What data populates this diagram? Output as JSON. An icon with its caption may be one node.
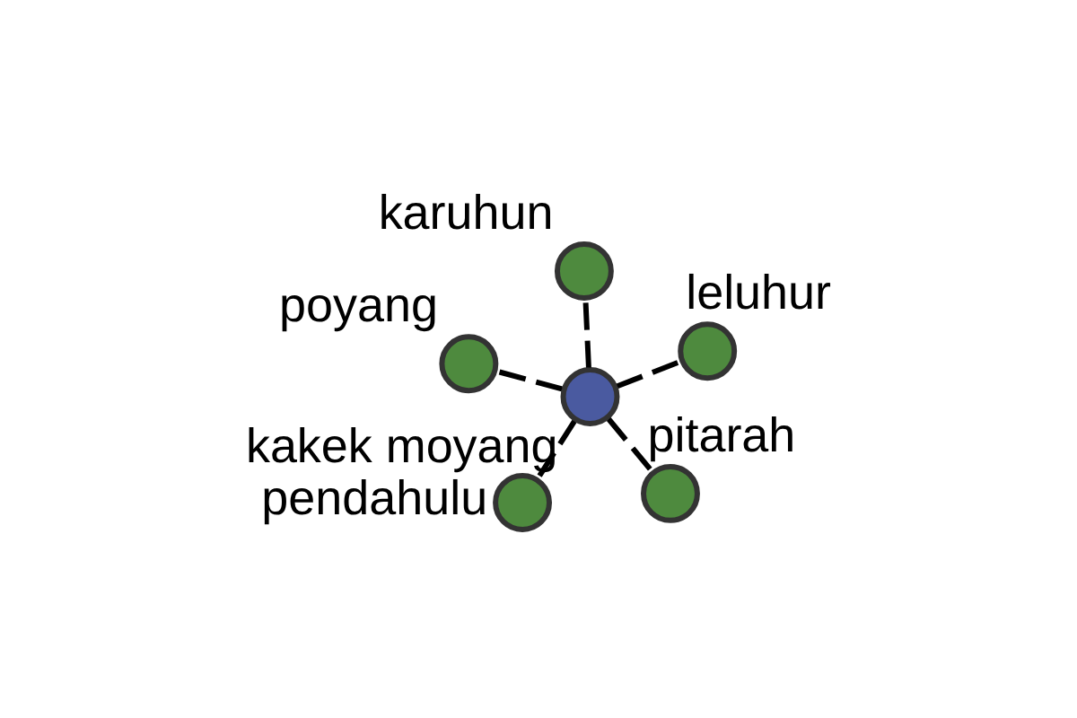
{
  "diagram": {
    "nodes": [
      {
        "text": [],
        "shape": "circle",
        "beside": [
          "kakek moyang"
        ]
      },
      {
        "text": [],
        "shape": "circle",
        "beside": [
          "pitarah"
        ]
      },
      {
        "text": [],
        "shape": "circle",
        "beside": [
          "pendahulu"
        ]
      },
      {
        "text": [],
        "shape": "circle",
        "beside": [
          "poyang"
        ]
      },
      {
        "text": [],
        "shape": "circle",
        "beside": [
          "leluhur"
        ]
      },
      {
        "text": [],
        "shape": "circle",
        "beside": [
          "karuhun"
        ]
      }
    ],
    "edges": [
      {
        "from": 0,
        "to": 1,
        "arrow": "none",
        "style": "dashed"
      },
      {
        "from": 0,
        "to": 2,
        "arrow": "none",
        "style": "dashed"
      },
      {
        "from": 0,
        "to": 3,
        "arrow": "none",
        "style": "dashed"
      },
      {
        "from": 0,
        "to": 4,
        "arrow": "none",
        "style": "dashed"
      },
      {
        "from": 0,
        "to": 5,
        "arrow": "none",
        "style": "dashed"
      }
    ]
  }
}
